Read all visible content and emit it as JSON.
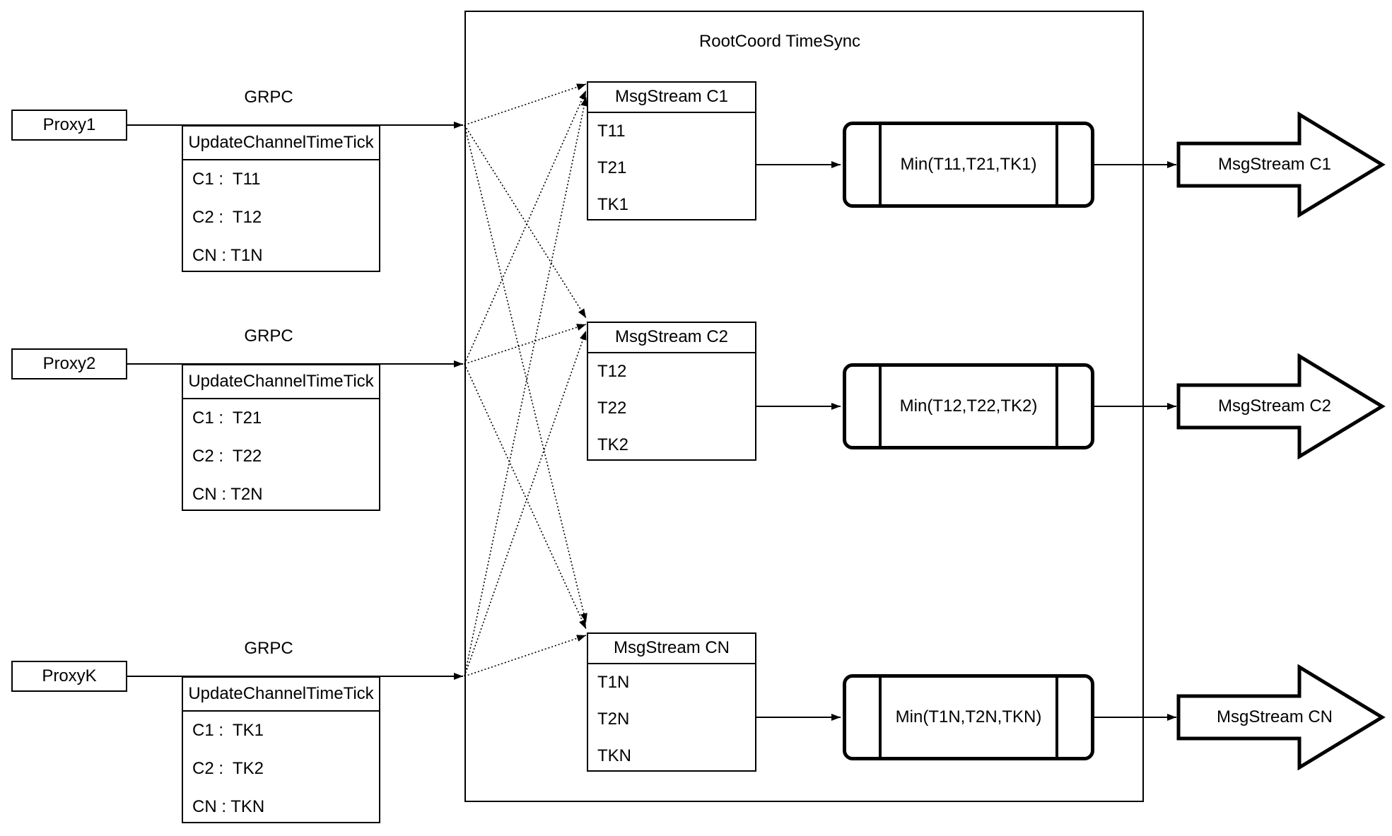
{
  "colors": {
    "stroke": "#000000",
    "background": "#ffffff"
  },
  "rootcoord": {
    "title": "RootCoord TimeSync"
  },
  "rows": [
    {
      "proxy_label": "Proxy1",
      "grpc_label": "GRPC",
      "update_table": {
        "header": "UpdateChannelTimeTick",
        "cells": [
          "C1 :  T11",
          "C2 :  T12",
          "CN : T1N"
        ]
      },
      "stream_table": {
        "header": "MsgStream C1",
        "cells": [
          "T11",
          "T21",
          "TK1"
        ]
      },
      "min_label": "Min(T11,T21,TK1)",
      "output_label": "MsgStream C1"
    },
    {
      "proxy_label": "Proxy2",
      "grpc_label": "GRPC",
      "update_table": {
        "header": "UpdateChannelTimeTick",
        "cells": [
          "C1 :  T21",
          "C2 :  T22",
          "CN : T2N"
        ]
      },
      "stream_table": {
        "header": "MsgStream C2",
        "cells": [
          "T12",
          "T22",
          "TK2"
        ]
      },
      "min_label": "Min(T12,T22,TK2)",
      "output_label": "MsgStream C2"
    },
    {
      "proxy_label": "ProxyK",
      "grpc_label": "GRPC",
      "update_table": {
        "header": "UpdateChannelTimeTick",
        "cells": [
          "C1 :  TK1",
          "C2 :  TK2",
          "CN : TKN"
        ]
      },
      "stream_table": {
        "header": "MsgStream CN",
        "cells": [
          "T1N",
          "T2N",
          "TKN"
        ]
      },
      "min_label": "Min(T1N,T2N,TKN)",
      "output_label": "MsgStream CN"
    }
  ]
}
